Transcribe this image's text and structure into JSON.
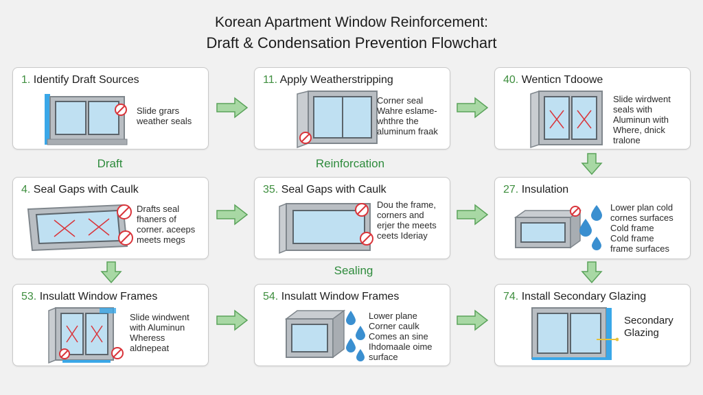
{
  "title": {
    "line1": "Korean Apartment Window Reinforcement:",
    "line2": "Draft & Condensation Prevention Flowchart"
  },
  "stages": {
    "draft": "Draft",
    "reinforcement": "Reinforcation",
    "sealing": "Sealing"
  },
  "cards": [
    {
      "num": "1.",
      "title": "Identify Draft Sources",
      "lines": [
        "Slide grars",
        "weather seals"
      ]
    },
    {
      "num": "11.",
      "title": "Apply Weatherstripping",
      "lines": [
        "Corner seal",
        "Wahre eslame-",
        "whthre the",
        "aluminum fraak"
      ]
    },
    {
      "num": "40.",
      "title": "Wenticn Tdoowe",
      "lines": [
        "Slide wirdwent",
        "seals with",
        "Aluminun with",
        "Where, dnick",
        "tralone"
      ]
    },
    {
      "num": "4.",
      "title": "Seal Gaps with Caulk",
      "lines": [
        "Drafts seal",
        "fhaners of",
        "corner. aceeps",
        "meets megs"
      ]
    },
    {
      "num": "35.",
      "title": "Seal Gaps with Caulk",
      "lines": [
        "Dou the frame,",
        "corners and",
        "erjer the meets",
        "ceets Ideriay"
      ]
    },
    {
      "num": "27.",
      "title": "Insulation",
      "lines": [
        "Lower plan cold",
        "cornes surfaces",
        "Cold frame",
        "Cold frame",
        "frame surfaces"
      ]
    },
    {
      "num": "53.",
      "title": "Insulatt Window Frames",
      "lines": [
        "Slide windwent",
        "with Aluminun",
        "Wheress",
        "aldnepeat"
      ]
    },
    {
      "num": "54.",
      "title": "Insulatt Window Frames",
      "lines": [
        "Lower plane",
        "Corner caulk",
        "Comes an sine",
        "Ihdomaale oime",
        "surface"
      ]
    },
    {
      "num": "74.",
      "title": "Install Secondary Glazing",
      "lines": [
        "Secondary",
        "Glazing"
      ]
    }
  ],
  "colors": {
    "accent_green": "#3e8e3e",
    "arrow_fill": "#a8d8a4",
    "arrow_stroke": "#5aa35a",
    "warning_red": "#d9343a",
    "glass_blue": "#bfe0f2",
    "frame_gray": "#b9bec3",
    "water_blue": "#3a8fd0",
    "highlight_blue": "#3aa7e8",
    "highlight_yellow": "#e8c23a"
  },
  "icons": {
    "flow_arrow": "right-arrow",
    "down_arrow": "down-arrow",
    "no_symbol": "no-entry-icon",
    "droplet": "water-drop-icon"
  }
}
